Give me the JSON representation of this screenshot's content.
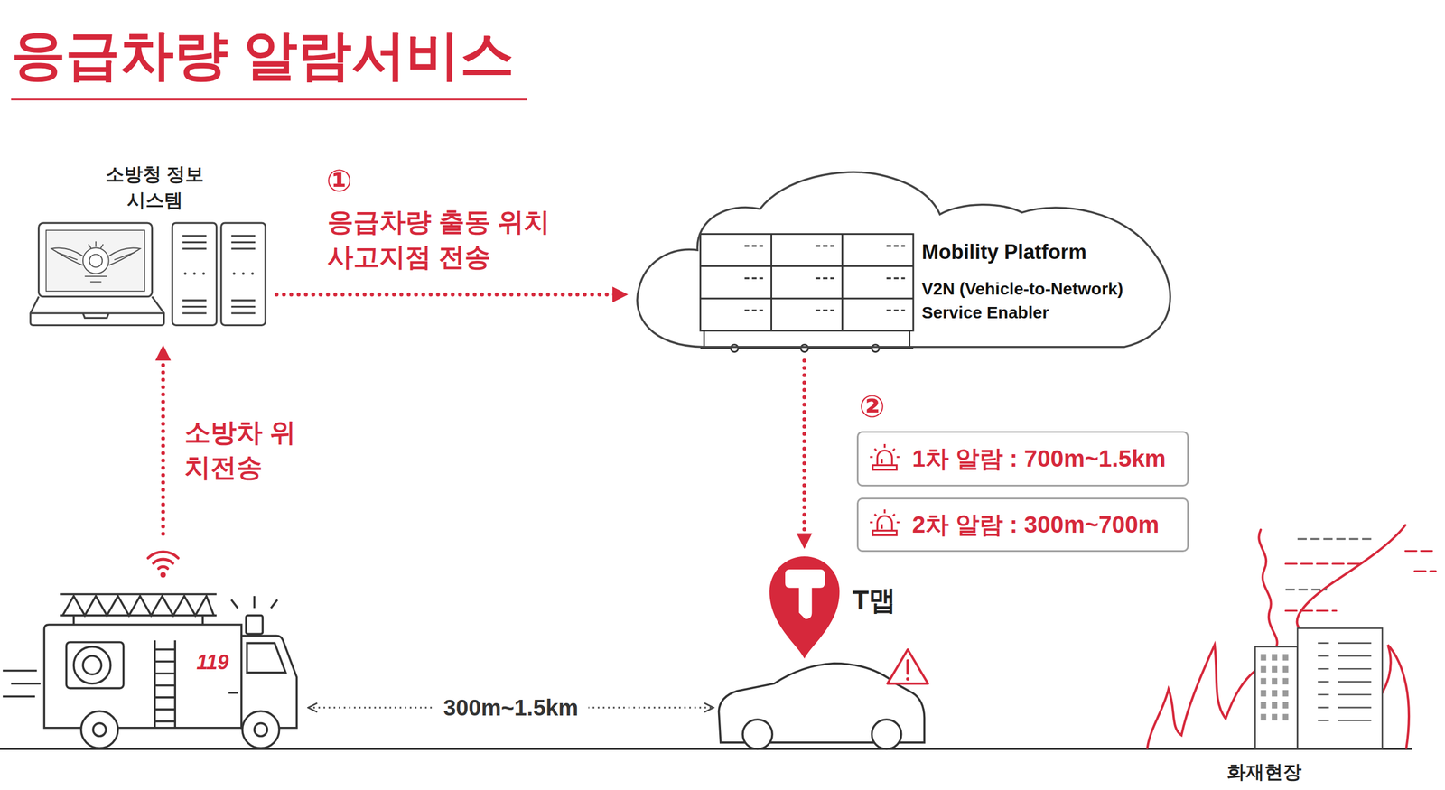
{
  "diagram": {
    "title": "응급차량 알람서비스",
    "nodes": [
      {
        "text": [
          "소방청 정보시스템"
        ]
      },
      {
        "text": [
          "Mobility Platform",
          "V2N (Vehicle-to-Network) Service Enabler"
        ]
      },
      {
        "text": [
          "1차 알람 : 700m~1.5km"
        ]
      },
      {
        "text": [
          "2차 알람 : 300m~700m"
        ]
      },
      {
        "text": [
          "119"
        ]
      },
      {
        "text": [
          "T맵"
        ]
      }
    ],
    "edges": [
      {
        "from": 0,
        "to": 1,
        "arrow": "to",
        "label": "응급차량 출동 위치 사고지점 전송"
      },
      {
        "from": 4,
        "to": 0,
        "arrow": "to",
        "label": "소방차 위치전송"
      },
      {
        "from": 1,
        "to": 5,
        "arrow": "to"
      },
      {
        "from": 4,
        "to": 5,
        "arrow": "both",
        "label": "300m~1.5km"
      }
    ],
    "labels": [
      "①",
      "②",
      "화재현장"
    ]
  }
}
